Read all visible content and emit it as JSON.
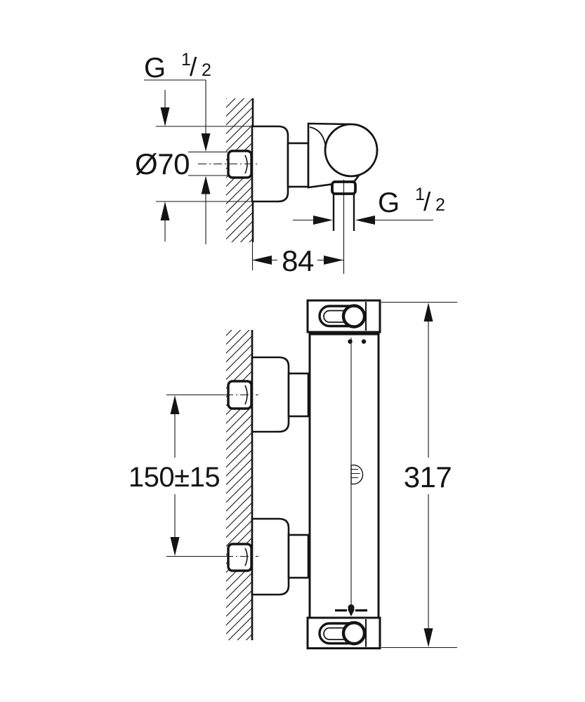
{
  "colors": {
    "ink": "#141414",
    "paper": "#ffffff"
  },
  "views": {
    "side": {
      "labels": {
        "wall_thread": {
          "prefix": "G",
          "numerator": "1",
          "slash": "/",
          "denominator": "2"
        },
        "escutcheon_diameter": "Ø70",
        "outlet_thread": {
          "prefix": "G",
          "numerator": "1",
          "slash": "/",
          "denominator": "2"
        },
        "wall_to_outlet_center": "84"
      }
    },
    "front": {
      "labels": {
        "inlet_center_spacing": "150±15",
        "overall_height": "317"
      }
    }
  }
}
